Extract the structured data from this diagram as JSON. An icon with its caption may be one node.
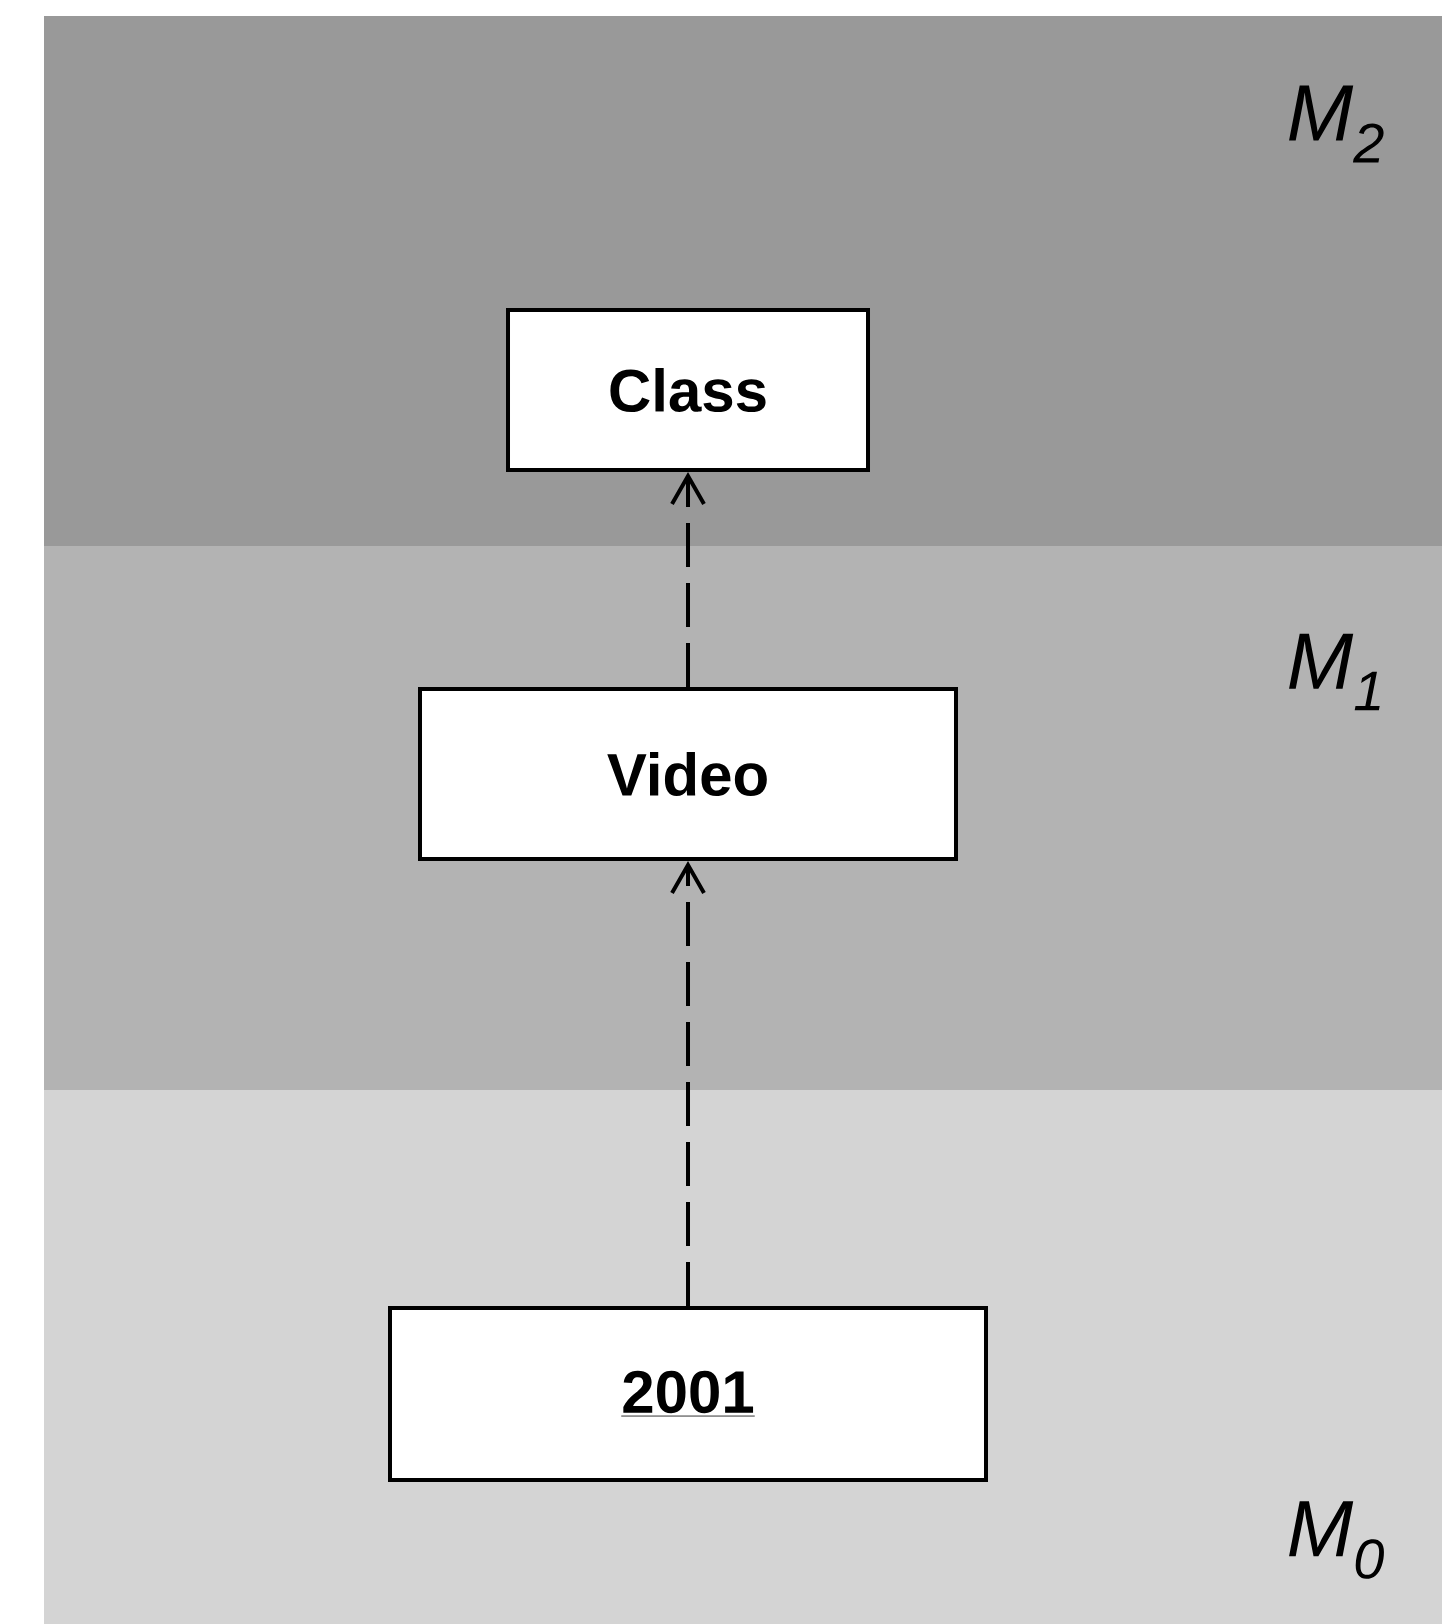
{
  "diagram": {
    "nodes": [
      {
        "text": [
          "M$_{2}$"
        ]
      },
      {
        "text": [
          "Class"
        ],
        "in": 0
      },
      {
        "text": [
          "M$_{1}$"
        ]
      },
      {
        "text": [
          "Video"
        ],
        "in": 2
      },
      {
        "text": [
          "M$_{0}$"
        ]
      },
      {
        "text": [
          "2001"
        ],
        "in": 4
      }
    ],
    "edges": [
      {
        "from": 5,
        "to": 3,
        "arrow": "to",
        "style": "dashed"
      },
      {
        "from": 3,
        "to": 1,
        "arrow": "to",
        "style": "dashed"
      }
    ]
  }
}
